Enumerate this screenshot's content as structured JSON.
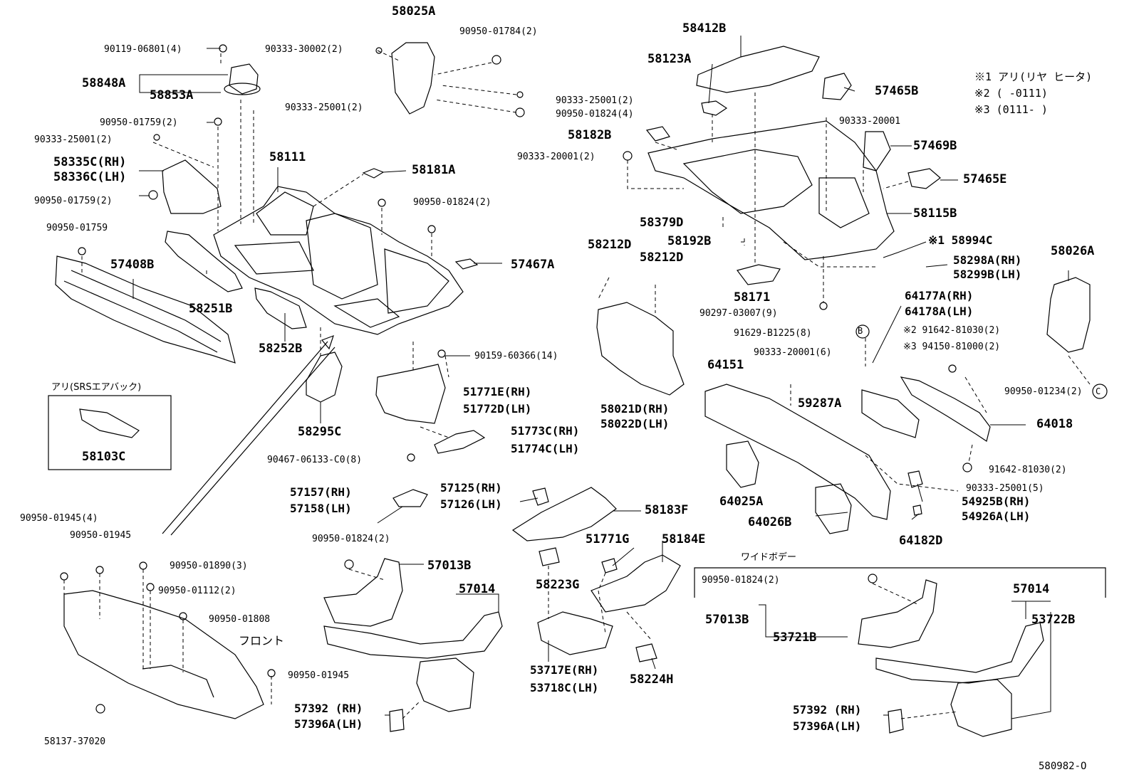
{
  "notes": [
    "※1 アリ(リヤ ヒータ)",
    "※2 (    -0111)",
    "※3 (0111-    )"
  ],
  "srs_box_title": "アリ(SRSエアバック)",
  "wide_body_title": "ワイドボデー",
  "front_label": "フロント",
  "diagram_id": "580982-O",
  "labels": [
    "58025A",
    "90950-01784(2)",
    "90333-30002(2)",
    "90119-06801(4)",
    "58848A",
    "58853A",
    "90333-25001(2)",
    "90333-25001(2)",
    "90950-01824(4)",
    "90950-01759(2)",
    "90333-25001(2)",
    "58335C(RH)",
    "58336C(LH)",
    "90950-01759(2)",
    "58111",
    "58181A",
    "90950-01824(2)",
    "90950-01759",
    "57408B",
    "58251B",
    "58252B",
    "57467A",
    "58103C",
    "58295C",
    "90159-60366(14)",
    "51771E(RH)",
    "51772D(LH)",
    "51773C(RH)",
    "51774C(LH)",
    "90467-06133-C0(8)",
    "58412B",
    "58123A",
    "57465B",
    "90333-20001",
    "58182B",
    "90333-20001(2)",
    "57469B",
    "57465E",
    "58115B",
    "58379D",
    "58192B",
    "※1 58994C",
    "58298A(RH)",
    "58299B(LH)",
    "58026A",
    "58212D",
    "58212D",
    "58171",
    "90297-03007(9)",
    "91629-B1225(8)",
    "64177A(RH)",
    "64178A(LH)",
    "※2 91642-81030(2)",
    "※3 94150-81000(2)",
    "90333-20001(6)",
    "64151",
    "58021D(RH)",
    "58022D(LH)",
    "59287A",
    "90950-01234(2)",
    "64018",
    "91642-81030(2)",
    "90333-25001(5)",
    "64025A",
    "54925B(RH)",
    "54926A(LH)",
    "64026B",
    "64182D",
    "57157(RH)",
    "57158(LH)",
    "57125(RH)",
    "57126(LH)",
    "58183F",
    "90950-01945(4)",
    "90950-01945",
    "90950-01824(2)",
    "57013B",
    "57014",
    "90950-01890(3)",
    "90950-01112(2)",
    "51771G",
    "58184E",
    "58223G",
    "90950-01808",
    "90950-01945",
    "53717E(RH)",
    "53718C(LH)",
    "58224H",
    "57392 (RH)",
    "57396A(LH)",
    "58137-37020",
    "90950-01824(2)",
    "57013B",
    "53721B",
    "57014",
    "53722B",
    "57392 (RH)",
    "57396A(LH)"
  ]
}
